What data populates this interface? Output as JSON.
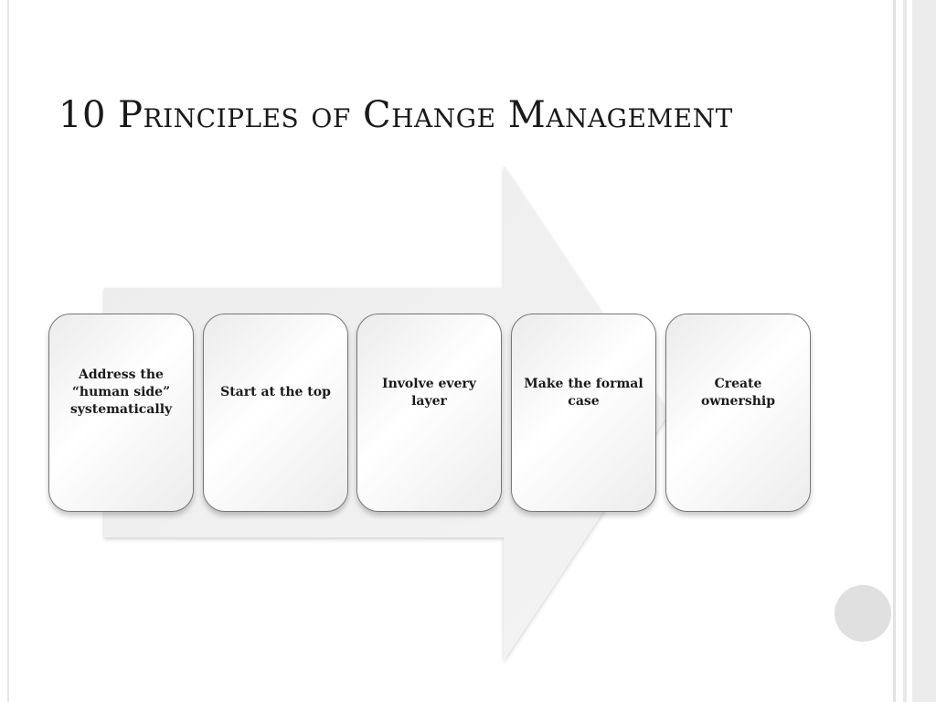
{
  "slide": {
    "title": "10 Principles of Change Management"
  },
  "steps": [
    {
      "label": "Address the “human side” systematically"
    },
    {
      "label": "Start at the top"
    },
    {
      "label": "Involve every layer"
    },
    {
      "label": "Make the formal case"
    },
    {
      "label": "Create ownership"
    }
  ],
  "colors": {
    "arrow_fill": "#efefef",
    "box_border": "#777777",
    "text": "#1a1a1a",
    "circle": "#e0e0e0"
  }
}
